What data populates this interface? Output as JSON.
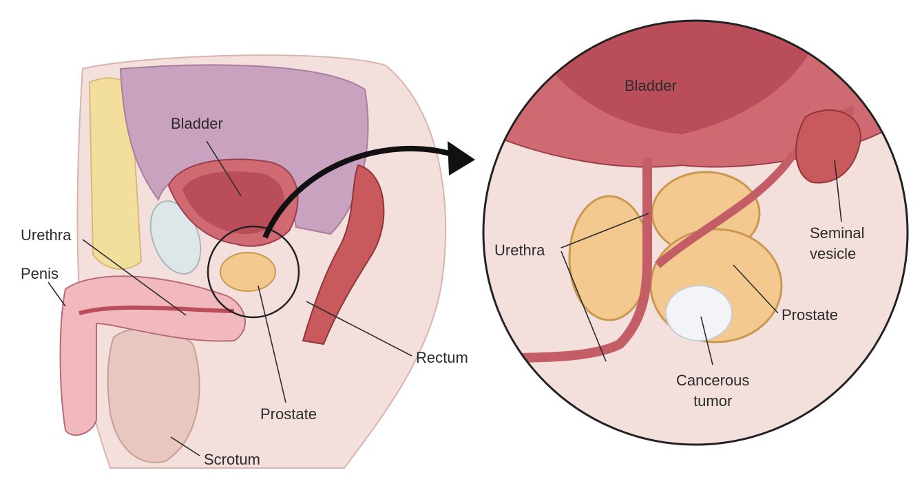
{
  "labels": {
    "bladder_left": "Bladder",
    "urethra_left": "Urethra",
    "penis": "Penis",
    "prostate_left": "Prostate",
    "rectum": "Rectum",
    "scrotum": "Scrotum",
    "bladder_right": "Bladder",
    "urethra_right": "Urethra",
    "seminal_vesicle_line1": "Seminal",
    "seminal_vesicle_line2": "vesicle",
    "prostate_right": "Prostate",
    "tumor_line1": "Cancerous",
    "tumor_line2": "tumor"
  },
  "colors": {
    "skin": "#f3dfdc",
    "skin_shadow": "#e6c3be",
    "bladder_wall": "#cf6a72",
    "bladder_inner": "#b94e5a",
    "purple_organ": "#c9a2c0",
    "prostate": "#f3c98f",
    "rectum": "#c85a5d",
    "fat_yellow": "#f2df9e",
    "tumor": "#f2f4f8",
    "line": "#2b2b2b"
  }
}
